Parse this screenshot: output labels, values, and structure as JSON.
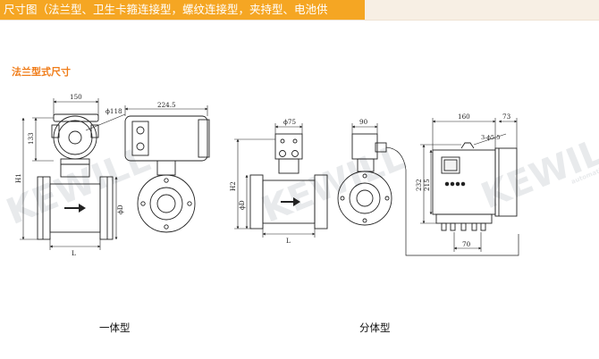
{
  "header": {
    "tab_text": "尺寸图（法兰型、卫生卡箍连接型，螺纹连接型，夹持型、电池供"
  },
  "section_title": "法兰型式尺寸",
  "captions": {
    "integrated": "一体型",
    "split": "分体型"
  },
  "dimensions": {
    "d150": "150",
    "d118": "ϕ118",
    "d133": "133",
    "h1": "H1",
    "l": "L",
    "phi_d": "ϕD",
    "d2245": "224.5",
    "phi75": "ϕ75",
    "h2": "H2",
    "d90": "90",
    "d160": "160",
    "d73": "73",
    "d3phi55": "3-ϕ5.5",
    "d232": "232",
    "d215": "215",
    "d70": "70"
  },
  "watermark": "KEWILL",
  "watermark_sub": "automation"
}
